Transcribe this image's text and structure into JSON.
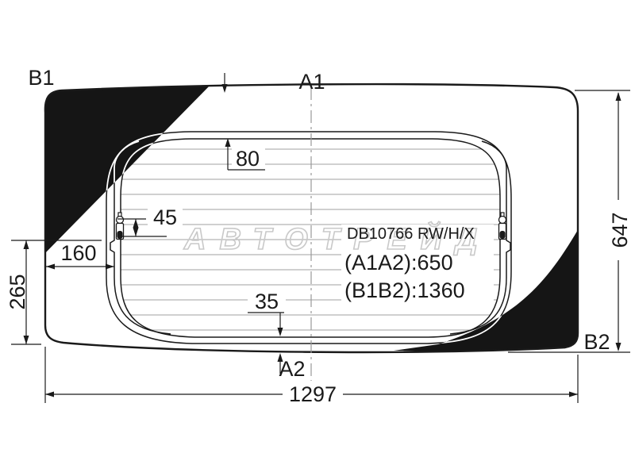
{
  "part": {
    "code": "DB10766 RW/H/X",
    "a1a2": "(A1A2):650",
    "b1b2": "(B1B2):1360"
  },
  "corner_labels": {
    "b1": "B1",
    "a1": "A1",
    "a2": "A2",
    "b2": "B2"
  },
  "dimensions": {
    "top_offset": "80",
    "connector_offset": "45",
    "side_offset": "160",
    "left_height": "265",
    "bottom_offset": "35",
    "glass_height": "647",
    "glass_width": "1297"
  },
  "watermark": "АВТОТРЕЙД",
  "colors": {
    "line": "#1a1a1a",
    "grid_line": "#b3b3b3",
    "watermark": "#c9c9c9",
    "corner_fill": "#151515"
  }
}
